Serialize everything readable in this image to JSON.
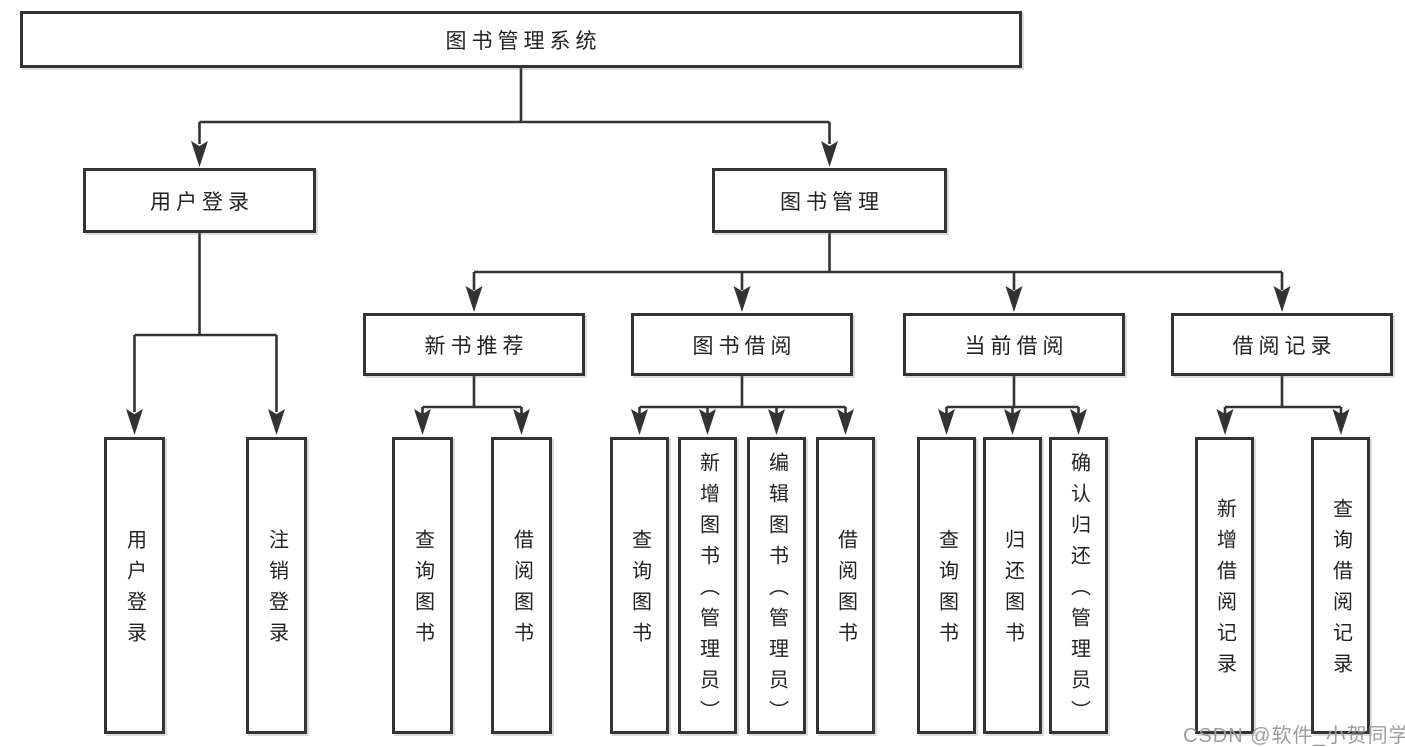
{
  "colors": {
    "line": "#333333",
    "text": "#222222",
    "background": "#ffffff",
    "watermark": "#9d9d9d"
  },
  "watermark": {
    "text": "CSDN @软件_小贺同学"
  },
  "tree": {
    "root": {
      "label": "图书管理系统"
    },
    "branches": [
      {
        "label": "用户登录",
        "children": [
          {
            "label": "用户登录"
          },
          {
            "label": "注销登录"
          }
        ]
      },
      {
        "label": "图书管理",
        "children": [
          {
            "label": "新书推荐",
            "children": [
              {
                "label": "查询图书"
              },
              {
                "label": "借阅图书"
              }
            ]
          },
          {
            "label": "图书借阅",
            "children": [
              {
                "label": "查询图书"
              },
              {
                "label": "新增图书（管理员）"
              },
              {
                "label": "编辑图书（管理员）"
              },
              {
                "label": "借阅图书"
              }
            ]
          },
          {
            "label": "当前借阅",
            "children": [
              {
                "label": "查询图书"
              },
              {
                "label": "归还图书"
              },
              {
                "label": "确认归还（管理员）"
              }
            ]
          },
          {
            "label": "借阅记录",
            "children": [
              {
                "label": "新增借阅记录"
              },
              {
                "label": "查询借阅记录"
              }
            ]
          }
        ]
      }
    ]
  }
}
